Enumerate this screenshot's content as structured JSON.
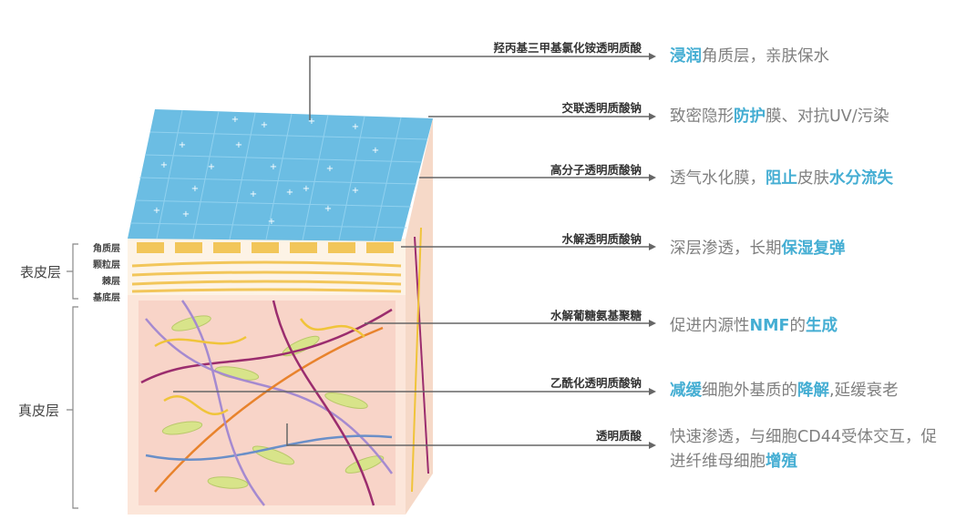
{
  "layers": {
    "epidermis": "表皮层",
    "dermis": "真皮层",
    "epidermis_sublayers": [
      "角质层",
      "颗粒层",
      "棘层",
      "基底层"
    ]
  },
  "ingredients": [
    {
      "name": "羟丙基三甲基氯化铵透明质酸",
      "desc": [
        {
          "t": "浸润",
          "hl": true
        },
        {
          "t": "角质层，亲肤保水",
          "hl": false
        }
      ]
    },
    {
      "name": "交联透明质酸钠",
      "desc": [
        {
          "t": "致密隐形",
          "hl": false
        },
        {
          "t": "防护",
          "hl": true
        },
        {
          "t": "膜、对抗UV/污染",
          "hl": false
        }
      ]
    },
    {
      "name": "高分子透明质酸钠",
      "desc": [
        {
          "t": "透气水化膜，",
          "hl": false
        },
        {
          "t": "阻止",
          "hl": true
        },
        {
          "t": "皮肤",
          "hl": false
        },
        {
          "t": "水分流失",
          "hl": true
        }
      ]
    },
    {
      "name": "水解透明质酸钠",
      "desc": [
        {
          "t": "深层渗透，长期",
          "hl": false
        },
        {
          "t": "保湿复弹",
          "hl": true
        }
      ]
    },
    {
      "name": "水解葡糖氨基聚糖",
      "desc": [
        {
          "t": "促进内源性",
          "hl": false
        },
        {
          "t": "NMF",
          "hl": true
        },
        {
          "t": "的",
          "hl": false
        },
        {
          "t": "生成",
          "hl": true
        }
      ]
    },
    {
      "name": "乙酰化透明质酸钠",
      "desc": [
        {
          "t": "减缓",
          "hl": true
        },
        {
          "t": "细胞外基质的",
          "hl": false
        },
        {
          "t": "降解",
          "hl": true
        },
        {
          "t": ",延缓衰老",
          "hl": false
        }
      ]
    },
    {
      "name": "透明质酸",
      "desc": [
        {
          "t": "快速渗透，与细胞CD44受体交互，促",
          "hl": false
        },
        {
          "t": "进纤维母细胞",
          "hl": false
        },
        {
          "t": "增殖",
          "hl": true
        }
      ]
    }
  ],
  "colors": {
    "highlight": "#45aed3",
    "text": "#808080",
    "label": "#333333"
  }
}
